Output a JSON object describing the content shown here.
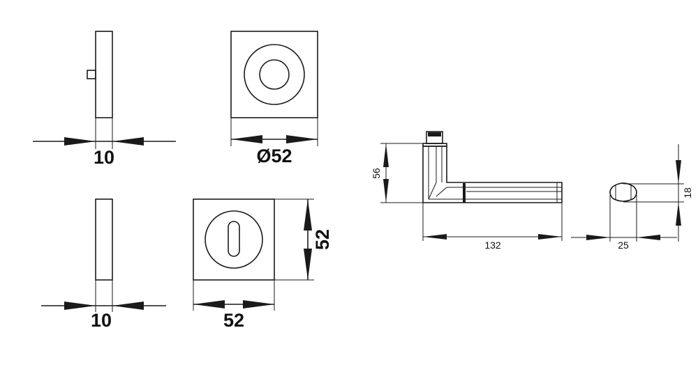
{
  "dimensions": {
    "rose_thickness": "10",
    "rose_diameter": "Ø52",
    "escutcheon_thickness": "10",
    "escutcheon_width": "52",
    "escutcheon_height": "52",
    "lever_height": "56",
    "lever_length": "132",
    "grip_width": "25",
    "grip_height": "18"
  }
}
